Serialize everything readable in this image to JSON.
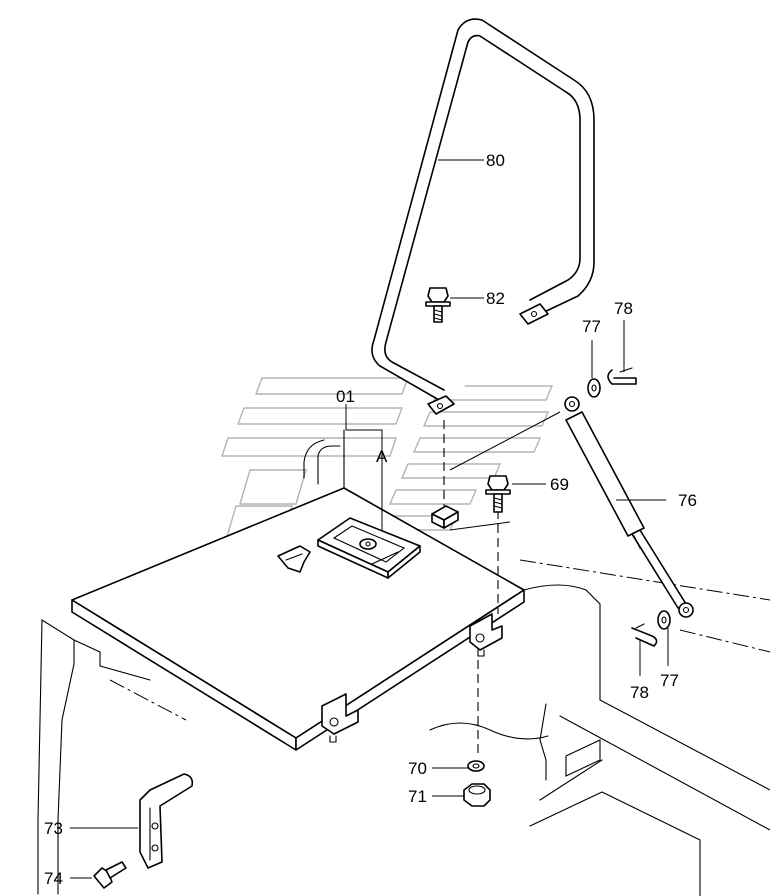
{
  "diagram": {
    "callouts": {
      "c80": "80",
      "c82": "82",
      "c77a": "77",
      "c78a": "78",
      "c01": "01",
      "cA": "A",
      "c69": "69",
      "c76": "76",
      "c78b": "78",
      "c77b": "77",
      "c70": "70",
      "c71": "71",
      "c73": "73",
      "c74": "74"
    }
  }
}
